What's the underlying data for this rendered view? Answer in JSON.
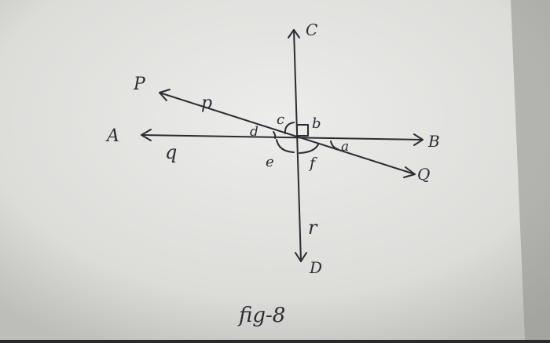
{
  "figure": {
    "caption": "fig-8",
    "points": {
      "P": "P",
      "A": "A",
      "B": "B",
      "C": "C",
      "D": "D",
      "Q": "Q"
    },
    "line_names": {
      "p": "p",
      "q": "q",
      "r": "r"
    },
    "angles": {
      "a": "a",
      "b": "b",
      "c": "c",
      "d": "d",
      "e": "e",
      "f": "f"
    }
  },
  "colors": {
    "paper": "#e9e9e6",
    "ink": "#2b2b33",
    "background": "#2a2a2a"
  }
}
